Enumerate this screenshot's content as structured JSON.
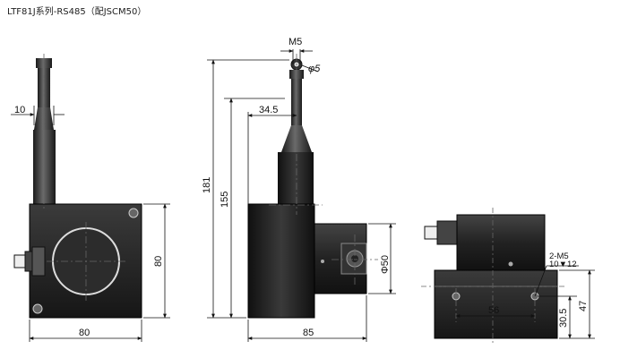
{
  "title": "LTF81J系列-RS485（配JSCM50）",
  "dims": {
    "d10": "10",
    "d80w": "80",
    "d80h": "80",
    "dM5": "M5",
    "dphi5": "φ5",
    "d345": "34.5",
    "d181": "181",
    "d155": "155",
    "d85": "85",
    "dphi50": "Φ50",
    "d2m5": "2-M5",
    "d10v12": "10▼12",
    "d56": "56",
    "d305": "30.5",
    "d47": "47"
  },
  "colors": {
    "body": "#2a2a2a",
    "body_dark": "#0d0d0d",
    "line": "#111111",
    "center": "#666666"
  }
}
